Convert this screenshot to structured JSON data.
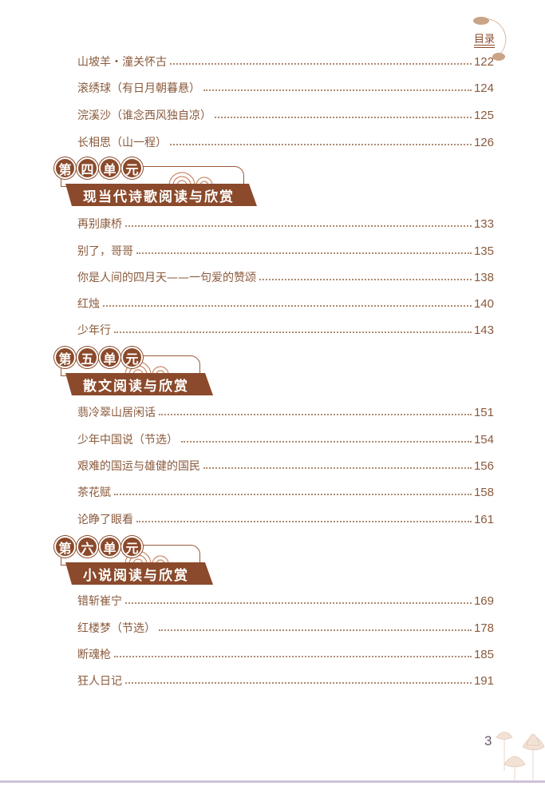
{
  "header": {
    "label": "目录"
  },
  "page_number": "3",
  "groups": [
    {
      "entries": [
        {
          "title": "山坡羊・潼关怀古",
          "page": "122"
        },
        {
          "title": "滚绣球（有日月朝暮悬）",
          "page": "124"
        },
        {
          "title": "浣溪沙（谁念西风独自凉）",
          "page": "125"
        },
        {
          "title": "长相思（山一程）",
          "page": "126"
        }
      ]
    },
    {
      "unit_chars": [
        "第",
        "四",
        "单",
        "元"
      ],
      "unit_title": "现当代诗歌阅读与欣赏",
      "entries": [
        {
          "title": "再别康桥",
          "page": "133"
        },
        {
          "title": "别了，哥哥",
          "page": "135"
        },
        {
          "title": "你是人间的四月天——一句爱的赞颂",
          "page": "138"
        },
        {
          "title": "红烛",
          "page": "140"
        },
        {
          "title": "少年行",
          "page": "143"
        }
      ]
    },
    {
      "unit_chars": [
        "第",
        "五",
        "单",
        "元"
      ],
      "unit_title": "散文阅读与欣赏",
      "entries": [
        {
          "title": "翡冷翠山居闲话",
          "page": "151"
        },
        {
          "title": "少年中国说（节选）",
          "page": "154"
        },
        {
          "title": "艰难的国运与雄健的国民",
          "page": "156"
        },
        {
          "title": "茶花赋",
          "page": "158"
        },
        {
          "title": "论睁了眼看",
          "page": "161"
        }
      ]
    },
    {
      "unit_chars": [
        "第",
        "六",
        "单",
        "元"
      ],
      "unit_title": "小说阅读与欣赏",
      "entries": [
        {
          "title": "错斩崔宁",
          "page": "169"
        },
        {
          "title": "红楼梦（节选）",
          "page": "178"
        },
        {
          "title": "断魂枪",
          "page": "185"
        },
        {
          "title": "狂人日记",
          "page": "191"
        }
      ]
    }
  ]
}
